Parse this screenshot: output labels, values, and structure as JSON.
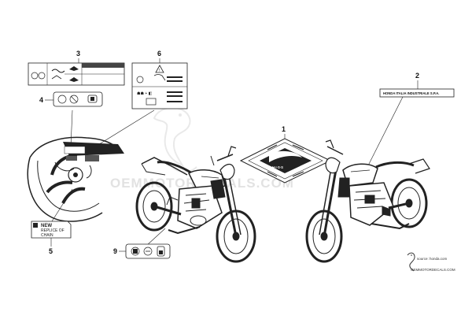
{
  "diagram": {
    "callouts": [
      "1",
      "2",
      "3",
      "4",
      "5",
      "6",
      "9"
    ],
    "label_2_text": "HONDA ITALIA INDUSTRIALE S.P.A.",
    "label_1_text": "H·I·S·S",
    "label_5_lines": [
      "NEW",
      "REPLICE OF",
      "CHAIN"
    ],
    "watermark": "OEMMOTORDECALS.COM",
    "source_lines": [
      "source: honda.com",
      "OEMMOTORDECALS.COM"
    ]
  }
}
